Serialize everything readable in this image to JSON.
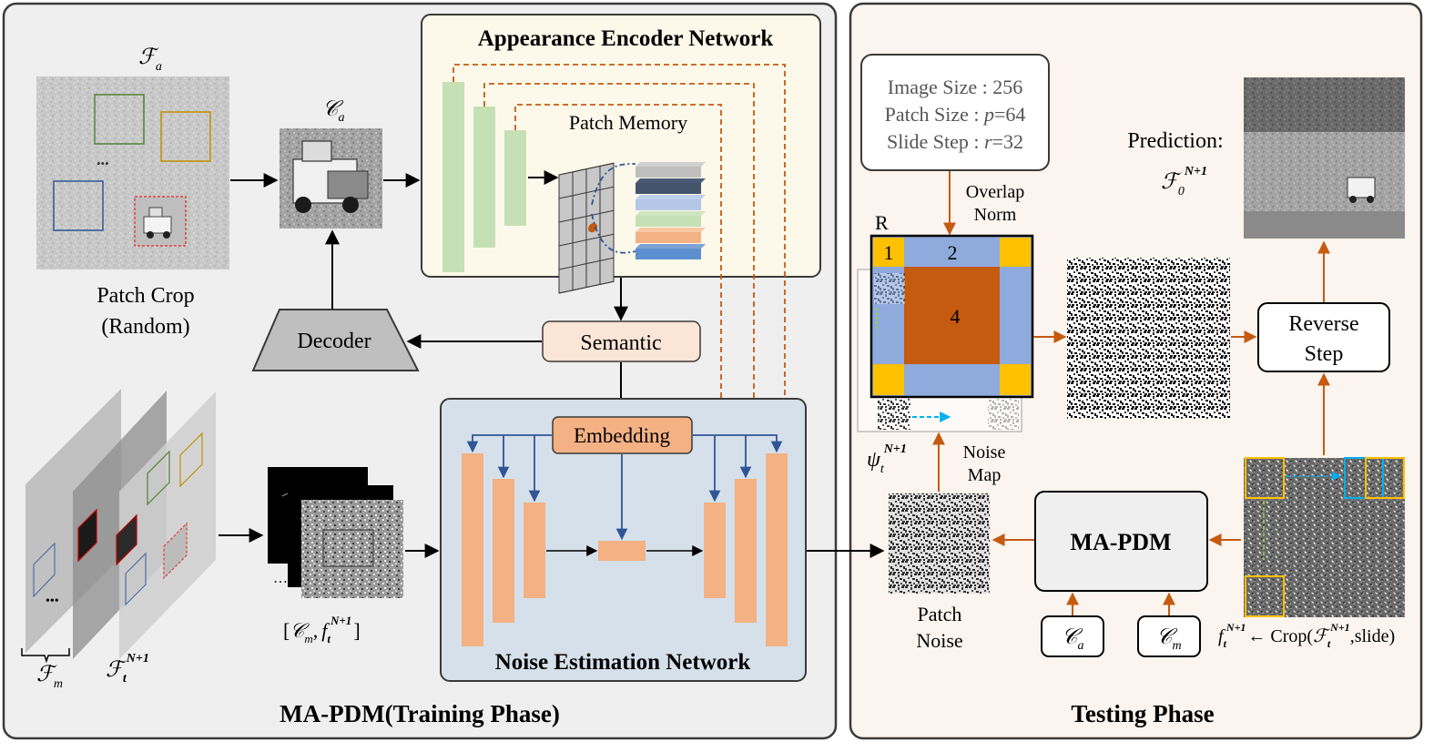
{
  "panels": {
    "training_title": "MA-PDM(Training Phase)",
    "testing_title": "Testing Phase"
  },
  "training": {
    "fa_label": "ℱ",
    "fa_sub": "a",
    "ca_label": "𝒞",
    "ca_sub": "a",
    "patch_crop": "Patch Crop",
    "patch_crop_random": "(Random)",
    "dots": "•••",
    "decoder": "Decoder",
    "semantic": "Semantic",
    "appearance_encoder": "Appearance Encoder Network",
    "patch_memory": "Patch Memory",
    "embedding": "Embedding",
    "noise_estimation": "Noise Estimation Network",
    "fm_label": "ℱ",
    "fm_sub": "m",
    "ft_label": "ℱ",
    "ft_sub": "t",
    "ft_sup": "N+1",
    "input_bracket_open": "[",
    "input_cm": "𝒞",
    "input_cm_sub": "m",
    "input_comma": ",",
    "input_f": "f",
    "input_f_sub": "t",
    "input_f_sup": "N+1",
    "input_bracket_close": "]",
    "ellipsis": "…"
  },
  "testing": {
    "info_lines": [
      "Image Size : 256",
      "Patch Size : ",
      "Slide Step : "
    ],
    "patch_size_var": "p",
    "patch_size_val": "=64",
    "slide_step_var": "r",
    "slide_step_val": "=32",
    "overlap_norm_1": "Overlap",
    "overlap_norm_2": "Norm",
    "r_label": "R",
    "grid_1": "1",
    "grid_2": "2",
    "grid_4": "4",
    "psi_label": "ψ",
    "psi_sub": "t",
    "psi_sup": "N+1",
    "noise_map_1": "Noise",
    "noise_map_2": "Map",
    "patch_noise_1": "Patch",
    "patch_noise_2": "Noise",
    "ma_pdm": "MA-PDM",
    "ca": "𝒞",
    "ca_sub": "a",
    "cm": "𝒞",
    "cm_sub": "m",
    "reverse_step_1": "Reverse",
    "reverse_step_2": "Step",
    "prediction": "Prediction:",
    "pred_f": "ℱ",
    "pred_sub": "0",
    "pred_sup": "N+1",
    "crop_f": "f",
    "crop_f_sub": "t",
    "crop_f_sup": "N+1",
    "crop_text": "← Crop(",
    "crop_F": "ℱ",
    "crop_F_sub": "t",
    "crop_F_sup": "N+1",
    "crop_end": ",slide)"
  },
  "colors": {
    "arrow_orange": "#c55a11",
    "peach": "#f4b183",
    "green_bar": "#c5e0b4",
    "blue_cell": "#8faadc",
    "gold": "#ffc000",
    "rust": "#c55a11",
    "cream_bg": "#fcf9ea",
    "blue_bg": "#d6e0ea",
    "testing_bg": "#fcf4ee"
  }
}
